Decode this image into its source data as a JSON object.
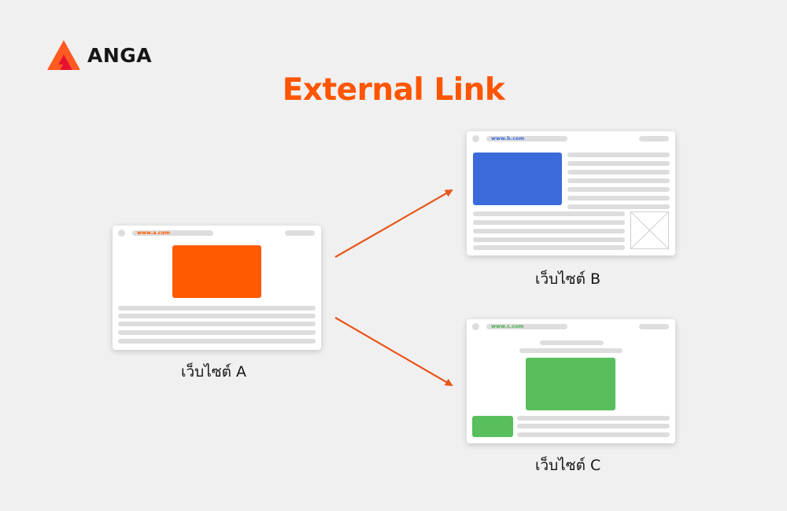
{
  "brand": {
    "name": "ANGA",
    "logo_colors": [
      "#ff5a1f",
      "#e8112d"
    ]
  },
  "title": "External Link",
  "colors": {
    "title": "#ff5500",
    "arrow": "#e8561a",
    "site_a_block": "#ff5a00",
    "site_b_block": "#3b6bdb",
    "site_c_block": "#58bf5c"
  },
  "sites": {
    "a": {
      "url": "www.a.com",
      "url_color": "#ff5a00",
      "caption": "เว็บไซต์ A"
    },
    "b": {
      "url": "www.b.com",
      "url_color": "#3b6bdb",
      "caption": "เว็บไซต์ B"
    },
    "c": {
      "url": "www.c.com",
      "url_color": "#4caf50",
      "caption": "เว็บไซต์ C"
    }
  },
  "links": [
    {
      "from": "เว็บไซต์ A",
      "to": "เว็บไซต์ B"
    },
    {
      "from": "เว็บไซต์ A",
      "to": "เว็บไซต์ C"
    }
  ]
}
